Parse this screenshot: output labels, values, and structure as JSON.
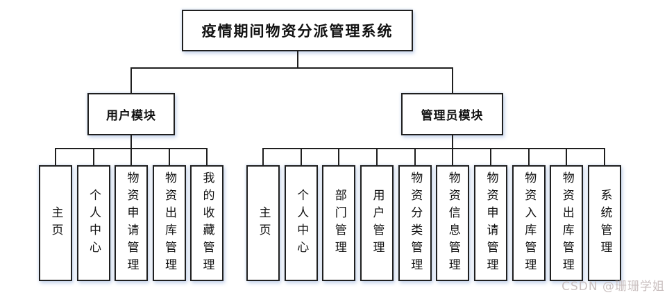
{
  "title": "疫情期间物资分派管理系统",
  "modules": [
    {
      "label": "用户模块",
      "children": [
        "主页",
        "个人中心",
        "物资申请管理",
        "物资出库管理",
        "我的收藏管理"
      ]
    },
    {
      "label": "管理员模块",
      "children": [
        "主页",
        "个人中心",
        "部门管理",
        "用户管理",
        "物资分类管理",
        "物资信息管理",
        "物资申请管理",
        "物资入库管理",
        "物资出库管理",
        "系统管理"
      ]
    }
  ],
  "watermark": "CSDN @珊珊学姐",
  "colors": {
    "line": "#1f1f1f",
    "border": "#1f1f1f",
    "box_fill": "#ffffff",
    "text": "#111111",
    "watermark": "#c9bfbf"
  }
}
